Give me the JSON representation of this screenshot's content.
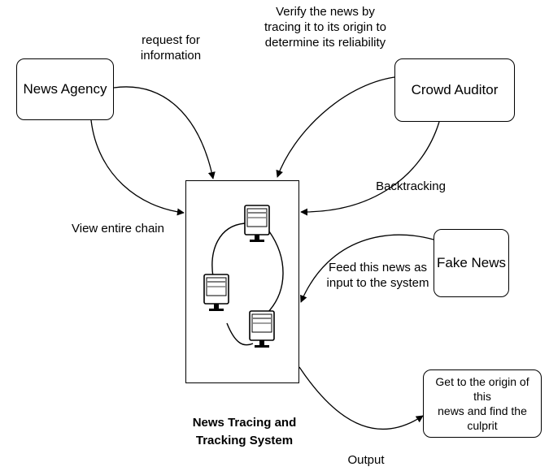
{
  "nodes": {
    "news_agency": "News Agency",
    "crowd_auditor": "Crowd Auditor",
    "fake_news": "Fake News",
    "origin": "Get to the origin of this\nnews and find the culprit",
    "system_title": "News Tracing and\nTracking System"
  },
  "edges": {
    "request": "request for\ninformation",
    "verify": "Verify the news by\ntracing it to its origin to\ndetermine its reliability",
    "backtracking": "Backtracking",
    "view_chain": "View entire chain",
    "feed": "Feed this news as\ninput to the system",
    "output": "Output"
  },
  "icons": [
    "computer-icon",
    "computer-icon",
    "computer-icon"
  ]
}
